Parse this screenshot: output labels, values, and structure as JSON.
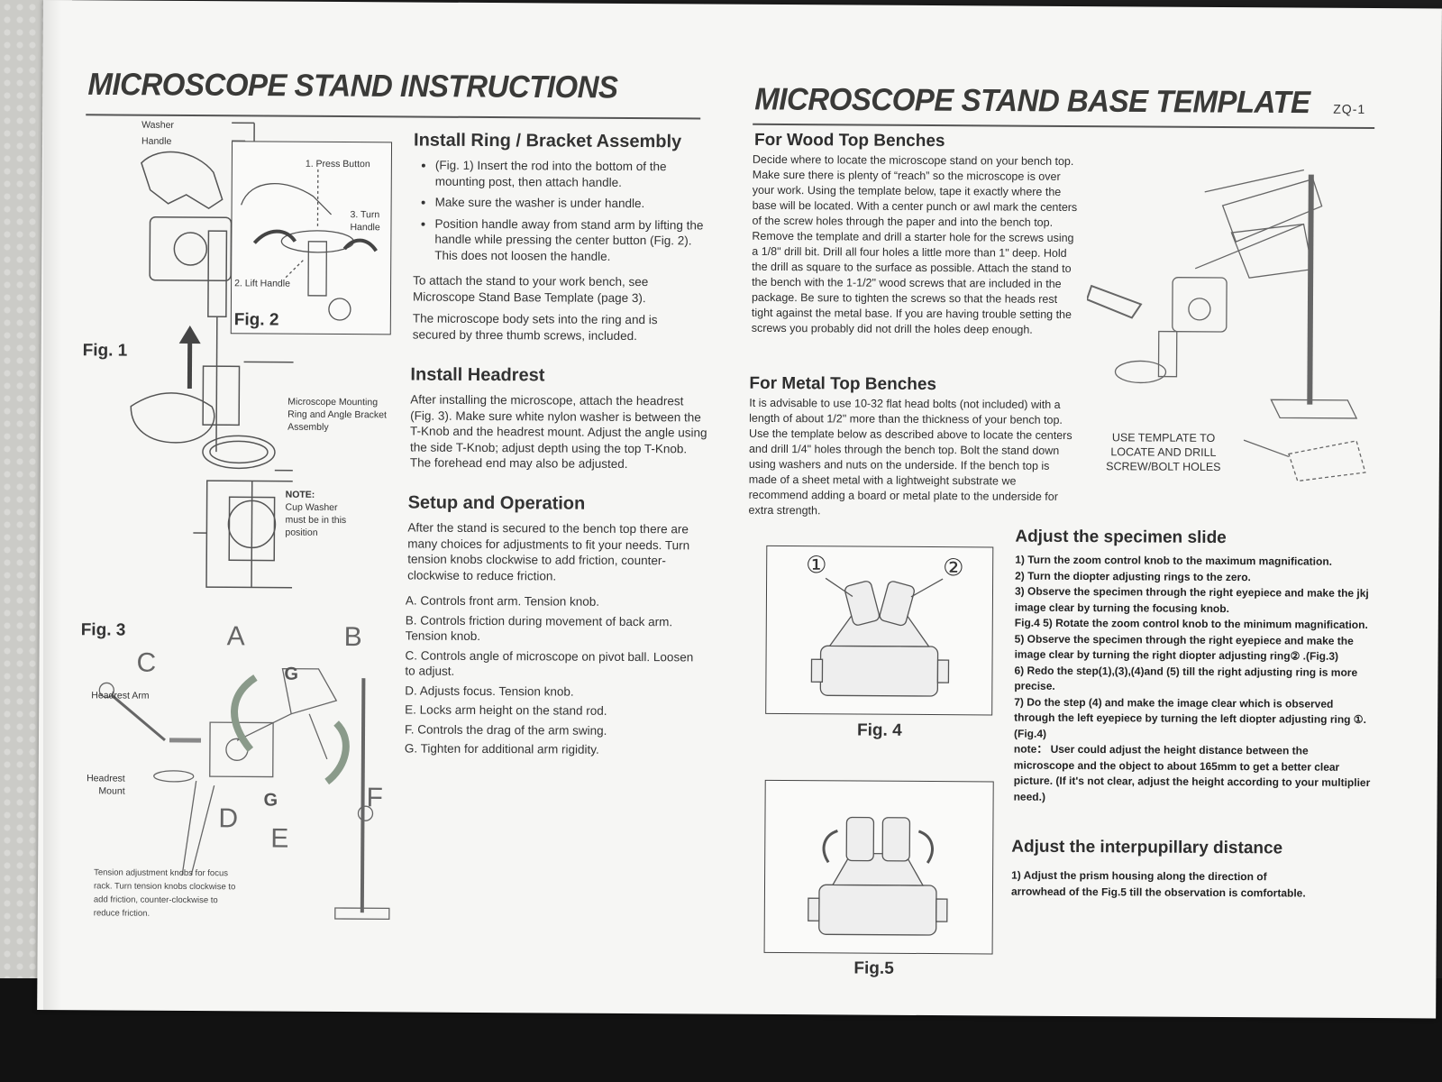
{
  "left": {
    "title": "MICROSCOPE STAND INSTRUCTIONS",
    "fig1": {
      "label": "Fig. 1",
      "washer": "Washer",
      "handle": "Handle",
      "ring_assembly": "Microscope Mounting Ring and Angle Bracket Assembly",
      "note_title": "NOTE:",
      "note_text": "Cup Washer must be in this position"
    },
    "fig2": {
      "label": "Fig. 2",
      "press_button": "1. Press Button",
      "turn_handle": "3. Turn Handle",
      "lift_handle": "2. Lift Handle"
    },
    "fig3": {
      "label": "Fig. 3",
      "letters": [
        "A",
        "B",
        "C",
        "G",
        "G",
        "D",
        "E",
        "F"
      ],
      "headrest_arm": "Headrest Arm",
      "headrest_mount": "Headrest Mount",
      "tension_caption": "Tension adjustment knobs for focus rack. Turn tension knobs clockwise to add friction, counter-clockwise to reduce friction."
    },
    "install_ring": {
      "heading": "Install Ring / Bracket Assembly",
      "bullets": [
        "(Fig. 1) Insert the rod into the bottom of the mounting post, then attach handle.",
        "Make sure the washer is under handle.",
        "Position handle away from stand arm by lifting the handle while pressing the center button (Fig. 2). This does not loosen the handle."
      ],
      "para1": "To attach the stand to your work bench, see Microscope Stand Base Template (page 3).",
      "para2": "The microscope body sets into the ring and is secured by three thumb screws, included."
    },
    "install_headrest": {
      "heading": "Install Headrest",
      "text": "After installing the microscope, attach the headrest (Fig. 3). Make sure white nylon washer is between the T-Knob and the headrest mount. Adjust the angle using the side T-Knob; adjust depth using the top T-Knob. The forehead end may also be adjusted."
    },
    "setup": {
      "heading": "Setup and Operation",
      "text": "After the stand is secured to the bench top there are many choices for adjustments to fit your needs. Turn tension knobs clockwise to add friction, counter-clockwise to reduce friction.",
      "items": [
        "A. Controls front arm. Tension knob.",
        "B. Controls friction during movement of back arm. Tension knob.",
        "C. Controls angle of microscope on pivot ball. Loosen to adjust.",
        "D. Adjusts focus. Tension knob.",
        "E. Locks arm height on the stand rod.",
        "F. Controls the drag of the arm swing.",
        "G. Tighten for additional arm rigidity."
      ]
    }
  },
  "right": {
    "title": "MICROSCOPE STAND BASE TEMPLATE",
    "model": "ZQ-1",
    "wood": {
      "heading": "For Wood Top Benches",
      "text": "Decide where to locate the microscope stand on your bench top. Make sure there is plenty of “reach” so the microscope is over your work. Using the template below, tape it exactly where the base will be located. With a center punch or awl mark the centers of the screw holes through the paper and into the bench top. Remove the template and drill a starter hole for the screws using a 1/8\" drill bit. Drill all four holes a little more than 1\" deep. Hold the drill as square to the surface as possible. Attach the stand to the bench with the 1-1/2\" wood screws that are included in the package. Be sure to tighten the screws so that the heads rest tight against the metal base. If you are having trouble setting the screws you probably did not drill the holes deep enough."
    },
    "metal": {
      "heading": "For Metal Top Benches",
      "text": "It is advisable to use 10-32 flat head bolts (not included) with a length of about 1/2\" more than the thickness of your bench top. Use the template below as described above to locate the centers and drill 1/4\" holes through the bench top. Bolt the stand down using washers and nuts on the underside. If the bench top is made of a sheet metal with a lightweight substrate we recommend adding a board or metal plate to the underside for extra strength."
    },
    "template_caption": "USE TEMPLATE TO LOCATE AND DRILL SCREW/BOLT HOLES",
    "fig4": {
      "label": "Fig. 4",
      "marker1": "①",
      "marker2": "②"
    },
    "fig5": {
      "label": "Fig.5"
    },
    "specimen": {
      "heading": "Adjust the specimen slide",
      "lines": [
        "1) Turn the zoom control knob to the maximum magnification.",
        "2) Turn the diopter adjusting rings to the zero.",
        "3) Observe the specimen through the right eyepiece and make the jkj image clear by turning the focusing knob.",
        "Fig.4 5) Rotate the zoom control knob to the minimum magnification.",
        "5) Observe the specimen through the right eyepiece and make the image clear by turning the right diopter adjusting ring② .(Fig.3)",
        "6) Redo the step(1),(3),(4)and (5) till the right adjusting ring is more precise.",
        "7) Do the step (4) and make the image clear which is observed through the left eyepiece by turning the left diopter adjusting ring ①. (Fig.4)",
        "note： User could adjust the height distance between the microscope and the object to about 165mm to get a better clear picture. (If it's not clear, adjust the height according to your multiplier need.)"
      ]
    },
    "interpupillary": {
      "heading": "Adjust the interpupillary distance",
      "text": "1) Adjust the prism housing along the direction of arrowhead of the Fig.5 till the observation is comfortable."
    }
  }
}
